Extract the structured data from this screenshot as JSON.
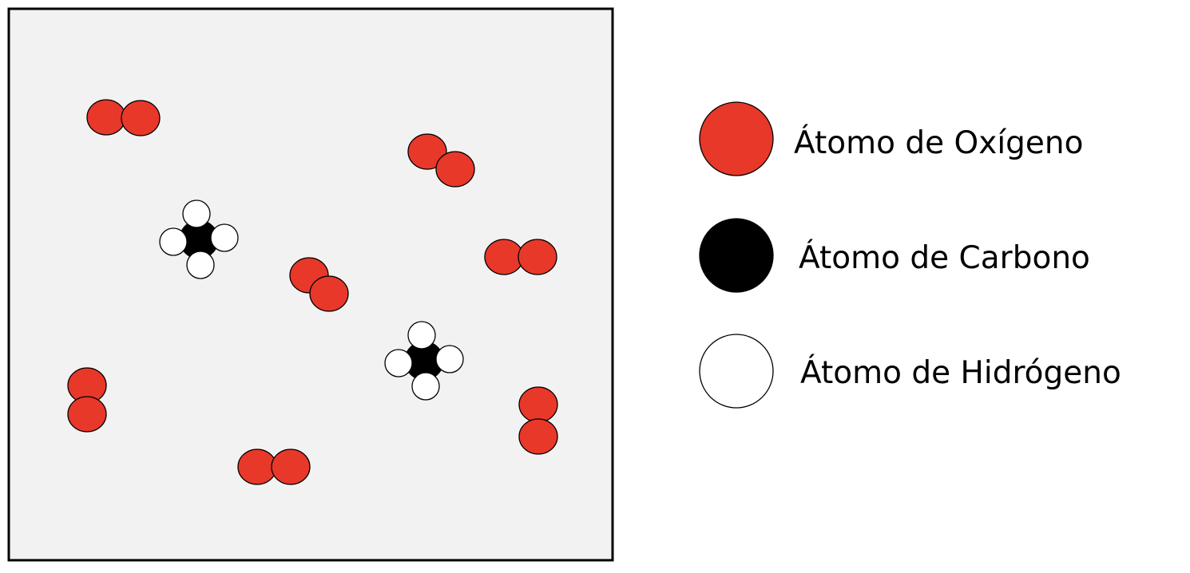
{
  "colors": {
    "oxygen": "#e8382a",
    "carbon": "#000000",
    "hydrogen": "#ffffff",
    "container_fill": "#f2f2f2"
  },
  "legend": [
    {
      "label": "Átomo de Oxígeno",
      "icon": "oxygen-atom"
    },
    {
      "label": "Átomo de Carbono",
      "icon": "carbon-atom"
    },
    {
      "label": "Átomo de Hidrógeno",
      "icon": "hydrogen-atom"
    }
  ],
  "molecule_counts": {
    "O2": 7,
    "CH4": 2
  }
}
